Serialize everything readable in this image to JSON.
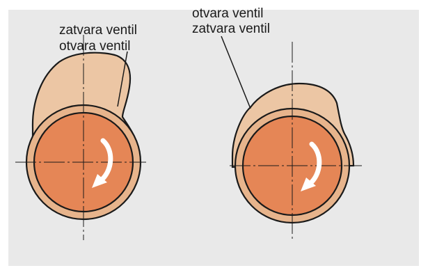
{
  "labels": {
    "cam1": {
      "line1": "zatvara ventil",
      "line2": "otvara ventil"
    },
    "cam2": {
      "line1": "otvara ventil",
      "line2": "zatvara ventil"
    }
  },
  "colors": {
    "background": "#e9e9e9",
    "cam_lobe": "#ecc6a4",
    "base_ring": "#e7b48c",
    "shaft": "#e58656",
    "outline": "#1a1a1a",
    "arrow": "#ffffff"
  },
  "icons": {
    "rotation": "curved-arrow-down-icon"
  }
}
